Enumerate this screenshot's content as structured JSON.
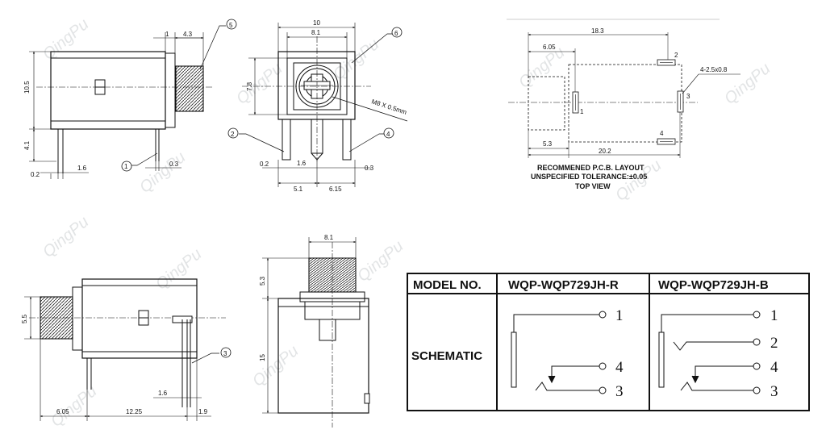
{
  "watermark": "QingPu",
  "views": {
    "side_top": {
      "dims": [
        "1",
        "4.3",
        "10.5",
        "4.1",
        "0.2",
        "1.6",
        "0.3"
      ],
      "callouts": [
        "5",
        "1"
      ]
    },
    "front_top": {
      "dims": [
        "10",
        "8.1",
        "7.8",
        "0.2",
        "1.6",
        "0.3",
        "5.1",
        "6.15"
      ],
      "thread_label": "M8 X 0.5mm",
      "callouts": [
        "6",
        "2",
        "4"
      ]
    },
    "pcb_layout": {
      "dims": [
        "18.3",
        "6.05",
        "5.3",
        "20.2",
        "4-2.5x0.8"
      ],
      "pins": [
        "1",
        "2",
        "3",
        "4"
      ],
      "caption": [
        "RECOMMENED P.C.B. LAYOUT",
        "UNSPECIFIED TOLERANCE:±0.05",
        "TOP VIEW"
      ]
    },
    "side_bottom": {
      "dims": [
        "5.5",
        "1.6",
        "6.05",
        "12.25",
        "1.9"
      ],
      "callouts": [
        "3"
      ]
    },
    "front_bottom": {
      "dims": [
        "8.1",
        "5.3",
        "15"
      ]
    }
  },
  "table": {
    "header_model": "MODEL NO.",
    "model_r": "WQP-WQP729JH-R",
    "model_b": "WQP-WQP729JH-B",
    "row_label": "SCHEMATIC",
    "pins_r": [
      "1",
      "4",
      "3"
    ],
    "pins_b": [
      "1",
      "2",
      "4",
      "3"
    ]
  }
}
